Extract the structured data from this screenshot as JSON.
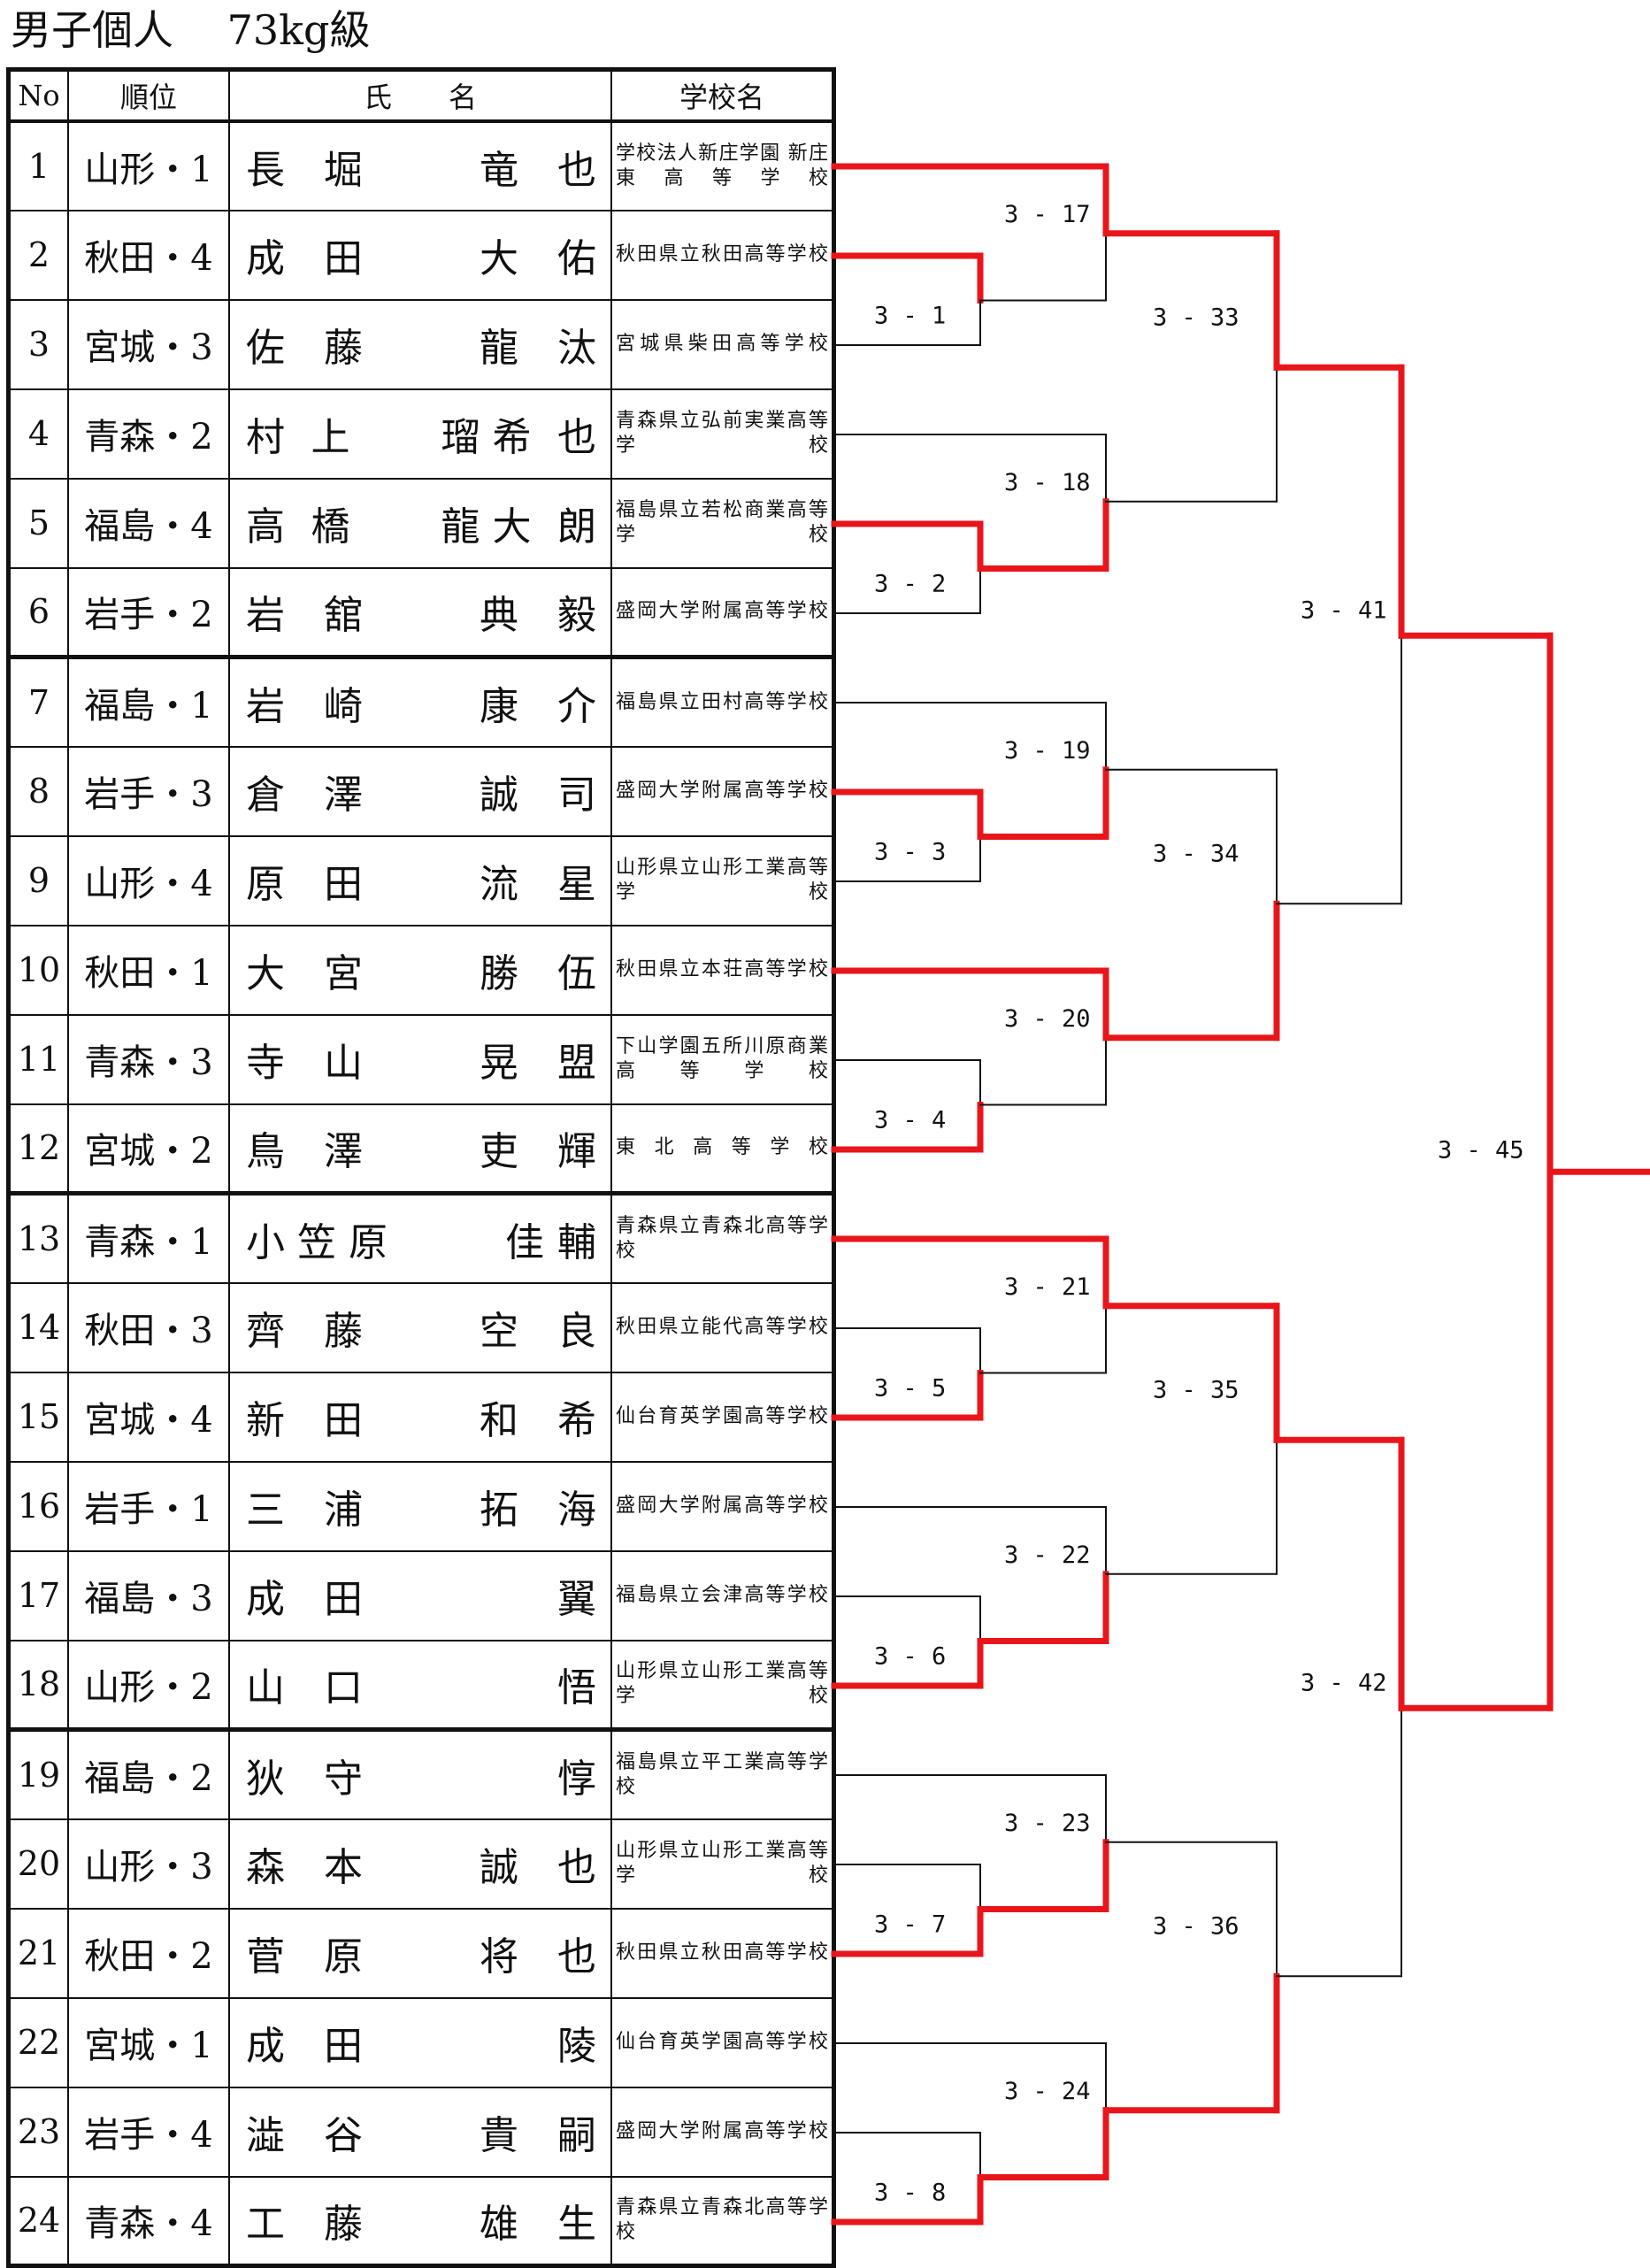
{
  "title": "男子個人　 73kg級",
  "headers": {
    "no": "No",
    "rank": "順位",
    "name": "氏　　名",
    "school": "学校名"
  },
  "entries": [
    {
      "no": "1",
      "rank": "山形・1",
      "name": [
        "長",
        "堀",
        "",
        "竜",
        "也"
      ],
      "school": "学校法人新庄学園 新庄東高等学校"
    },
    {
      "no": "2",
      "rank": "秋田・4",
      "name": [
        "成",
        "田",
        "",
        "大",
        "佑"
      ],
      "school": "秋田県立秋田高等学校"
    },
    {
      "no": "3",
      "rank": "宮城・3",
      "name": [
        "佐",
        "藤",
        "",
        "龍",
        "汰"
      ],
      "school": "宮城県柴田高等学校"
    },
    {
      "no": "4",
      "rank": "青森・2",
      "name": [
        "村",
        "上",
        "",
        "瑠 希",
        "也"
      ],
      "school": "青森県立弘前実業高等学校"
    },
    {
      "no": "5",
      "rank": "福島・4",
      "name": [
        "高",
        "橋",
        "",
        "龍 大",
        "朗"
      ],
      "school": "福島県立若松商業高等学校"
    },
    {
      "no": "6",
      "rank": "岩手・2",
      "name": [
        "岩",
        "舘",
        "",
        "典",
        "毅"
      ],
      "school": "盛岡大学附属高等学校"
    },
    {
      "no": "7",
      "rank": "福島・1",
      "name": [
        "岩",
        "崎",
        "",
        "康",
        "介"
      ],
      "school": "福島県立田村高等学校"
    },
    {
      "no": "8",
      "rank": "岩手・3",
      "name": [
        "倉",
        "澤",
        "",
        "誠",
        "司"
      ],
      "school": "盛岡大学附属高等学校"
    },
    {
      "no": "9",
      "rank": "山形・4",
      "name": [
        "原",
        "田",
        "",
        "流",
        "星"
      ],
      "school": "山形県立山形工業高等学校"
    },
    {
      "no": "10",
      "rank": "秋田・1",
      "name": [
        "大",
        "宮",
        "",
        "勝",
        "伍"
      ],
      "school": "秋田県立本荘高等学校"
    },
    {
      "no": "11",
      "rank": "青森・3",
      "name": [
        "寺",
        "山",
        "",
        "晃",
        "盟"
      ],
      "school": "下山学園五所川原商業高等学校"
    },
    {
      "no": "12",
      "rank": "宮城・2",
      "name": [
        "鳥",
        "澤",
        "",
        "吏",
        "輝"
      ],
      "school": "東北高等学校"
    },
    {
      "no": "13",
      "rank": "青森・1",
      "name": [
        "小 笠 原",
        "",
        "",
        "佳",
        "輔"
      ],
      "school": "青森県立青森北高等学校"
    },
    {
      "no": "14",
      "rank": "秋田・3",
      "name": [
        "齊",
        "藤",
        "",
        "空",
        "良"
      ],
      "school": "秋田県立能代高等学校"
    },
    {
      "no": "15",
      "rank": "宮城・4",
      "name": [
        "新",
        "田",
        "",
        "和",
        "希"
      ],
      "school": "仙台育英学園高等学校"
    },
    {
      "no": "16",
      "rank": "岩手・1",
      "name": [
        "三",
        "浦",
        "",
        "拓",
        "海"
      ],
      "school": "盛岡大学附属高等学校"
    },
    {
      "no": "17",
      "rank": "福島・3",
      "name": [
        "成",
        "田",
        "",
        "",
        "翼"
      ],
      "school": "福島県立会津高等学校"
    },
    {
      "no": "18",
      "rank": "山形・2",
      "name": [
        "山",
        "口",
        "",
        "",
        "悟"
      ],
      "school": "山形県立山形工業高等学校"
    },
    {
      "no": "19",
      "rank": "福島・2",
      "name": [
        "狄",
        "守",
        "",
        "",
        "惇"
      ],
      "school": "福島県立平工業高等学校"
    },
    {
      "no": "20",
      "rank": "山形・3",
      "name": [
        "森",
        "本",
        "",
        "誠",
        "也"
      ],
      "school": "山形県立山形工業高等学校"
    },
    {
      "no": "21",
      "rank": "秋田・2",
      "name": [
        "菅",
        "原",
        "",
        "将",
        "也"
      ],
      "school": "秋田県立秋田高等学校"
    },
    {
      "no": "22",
      "rank": "宮城・1",
      "name": [
        "成",
        "田",
        "",
        "",
        "陵"
      ],
      "school": "仙台育英学園高等学校"
    },
    {
      "no": "23",
      "rank": "岩手・4",
      "name": [
        "澁",
        "谷",
        "",
        "貴",
        "嗣"
      ],
      "school": "盛岡大学附属高等学校"
    },
    {
      "no": "24",
      "rank": "青森・4",
      "name": [
        "工",
        "藤",
        "",
        "雄",
        "生"
      ],
      "school": "青森県立青森北高等学校"
    }
  ],
  "match_labels": {
    "m1": "3 - 1",
    "m2": "3 - 2",
    "m3": "3 - 3",
    "m4": "3 - 4",
    "m5": "3 - 5",
    "m6": "3 - 6",
    "m7": "3 - 7",
    "m8": "3 - 8",
    "m17": "3 - 17",
    "m18": "3 - 18",
    "m19": "3 - 19",
    "m20": "3 - 20",
    "m21": "3 - 21",
    "m22": "3 - 22",
    "m23": "3 - 23",
    "m24": "3 - 24",
    "m33": "3 - 33",
    "m34": "3 - 34",
    "m35": "3 - 35",
    "m36": "3 - 36",
    "m41": "3 - 41",
    "m42": "3 - 42",
    "m45": "3 - 45"
  },
  "colors": {
    "winner_line": "#e8161b",
    "line": "#111111"
  }
}
